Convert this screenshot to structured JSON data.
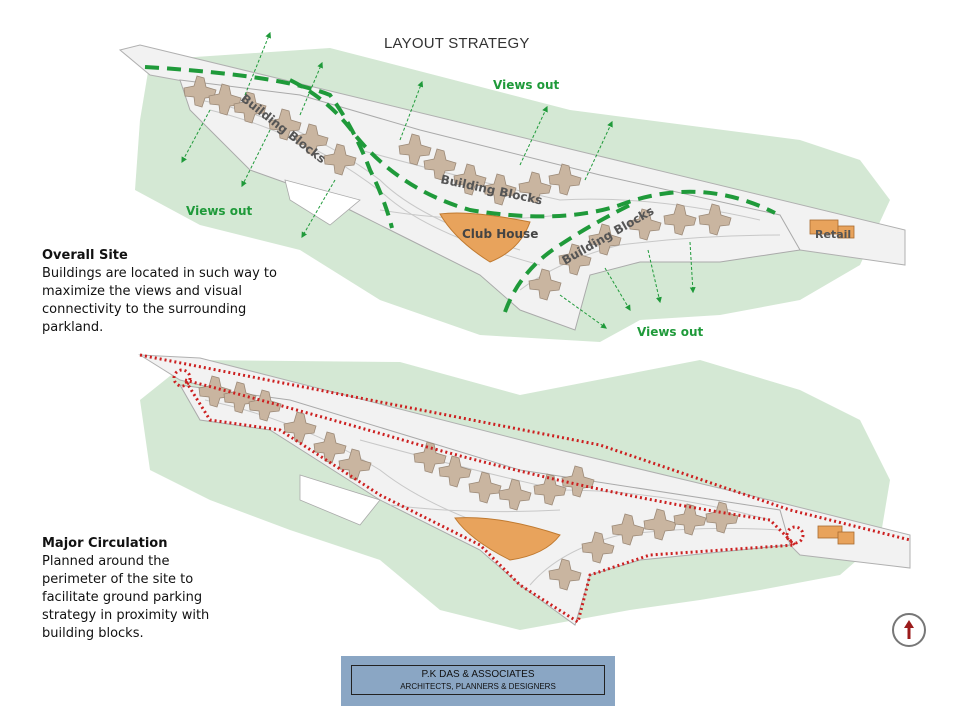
{
  "title": "LAYOUT STRATEGY",
  "colors": {
    "park": "#d4e8d4",
    "site": "#f2f2f2",
    "building": "#c9b5a0",
    "clubhouse": "#e8a35c",
    "retail": "#e8a35c",
    "views": "#1f9a3a",
    "circulation": "#cc2020",
    "firm_box": "#8aa6c4",
    "north_arrow": "#9b1b1b"
  },
  "top_plan": {
    "labels": {
      "building_blocks_left": "Building Blocks",
      "building_blocks_center": "Building Blocks",
      "building_blocks_right": "Building Blocks",
      "club_house": "Club House",
      "retail": "Retail",
      "views_out_top": "Views out",
      "views_out_left": "Views out",
      "views_out_bottom": "Views out"
    }
  },
  "overall_site": {
    "heading": "Overall Site",
    "text": "Buildings are located in such way to maximize the views and visual connectivity to the surrounding parkland."
  },
  "major_circulation": {
    "heading": "Major Circulation",
    "text": "Planned around the perimeter of the site to facilitate ground parking strategy in proximity with building blocks."
  },
  "firm": {
    "name": "P.K DAS & ASSOCIATES",
    "subtitle": "ARCHITECTS, PLANNERS & DESIGNERS"
  },
  "north_icon": "north-arrow-icon"
}
